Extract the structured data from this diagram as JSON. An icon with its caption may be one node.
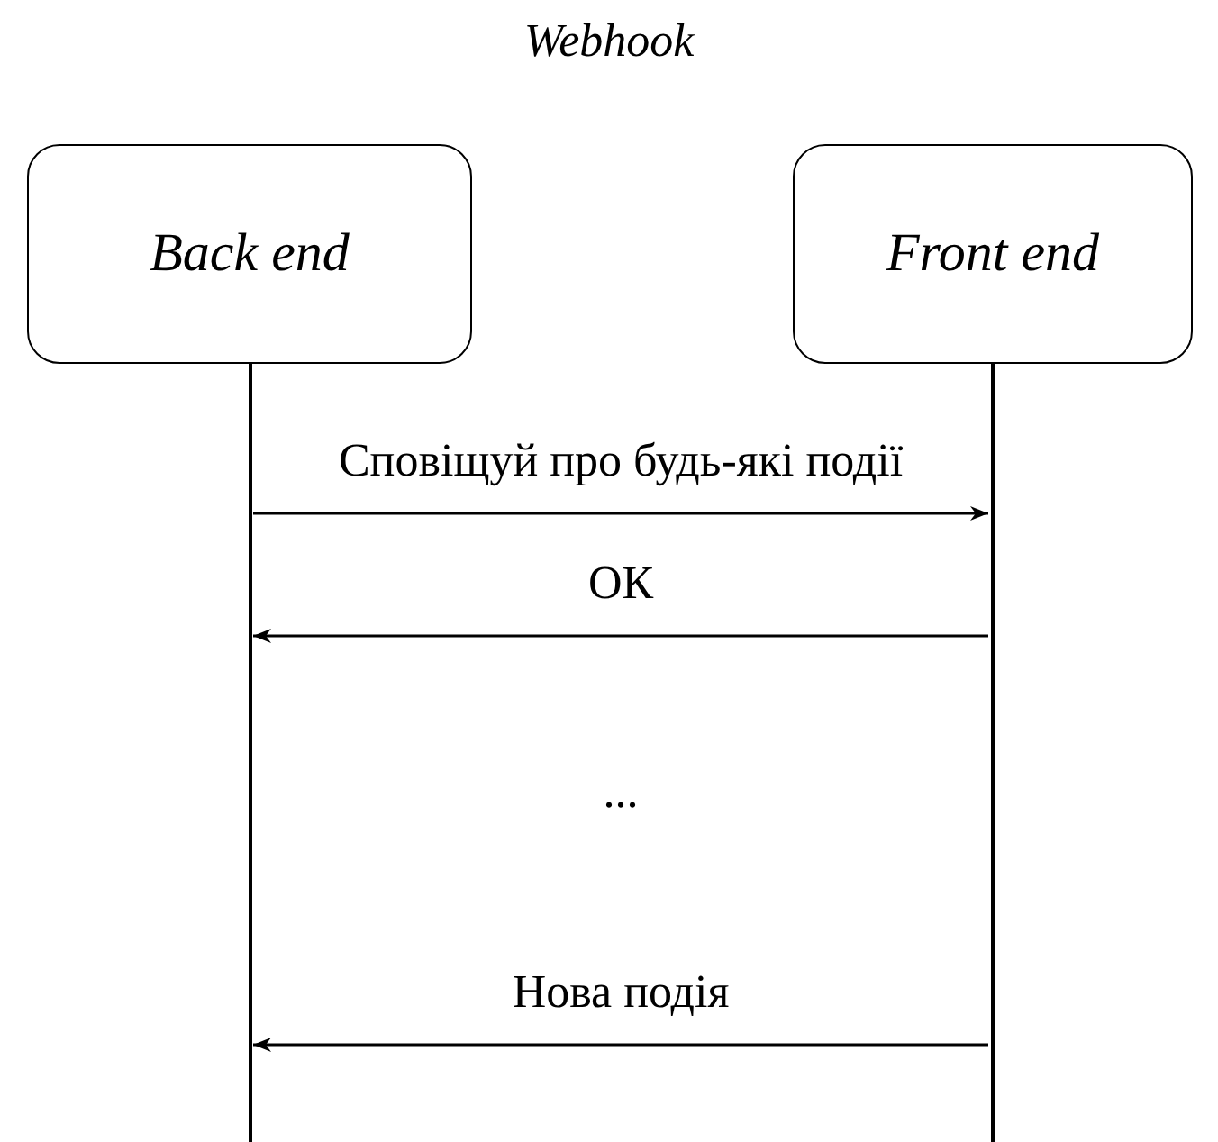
{
  "diagram": {
    "title": "Webhook",
    "nodes": [
      {
        "text": [
          "Back end"
        ]
      },
      {
        "text": [
          "Front end"
        ]
      }
    ],
    "edges": [
      {
        "from": 0,
        "to": 1,
        "arrow": "to",
        "label": "Сповіщуй про будь-які події"
      },
      {
        "from": 1,
        "to": 0,
        "arrow": "to",
        "label": "ОК"
      },
      {
        "from": 1,
        "to": 0,
        "arrow": "to",
        "label": "Нова подія"
      }
    ],
    "labels": [
      "..."
    ]
  }
}
